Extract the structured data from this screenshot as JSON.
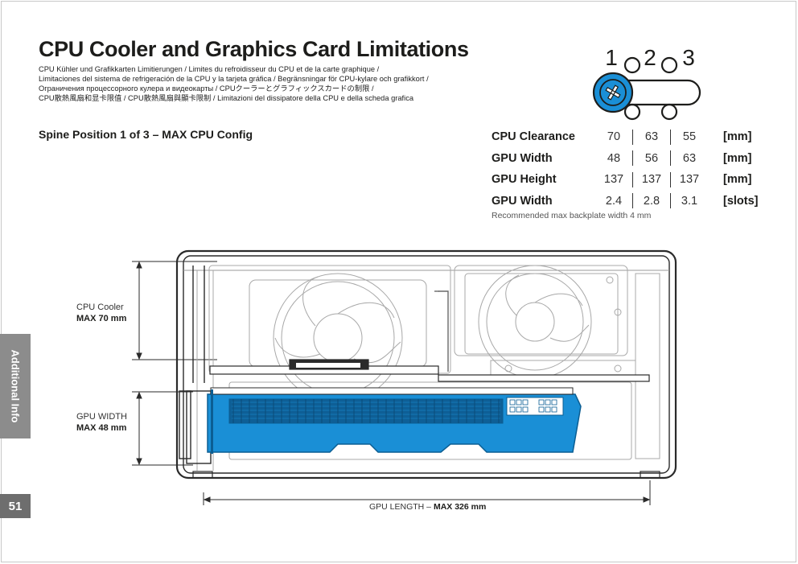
{
  "title": "CPU Cooler and Graphics Card Limitations",
  "subtitles": [
    "CPU Kühler und Grafikkarten Limitierungen / Limites du refroidisseur du CPU et de la carte graphique /",
    "Limitaciones del sistema de refrigeración de la CPU y la tarjeta gráfica / Begränsningar för CPU-kylare och grafikkort /",
    "Ограничения процессорного кулера и видеокарты / CPUクーラーとグラフィックスカードの制限 /",
    "CPU散熱風扇和显卡限值 / CPU散熱風扇與顯卡限制 / Limitazioni del dissipatore della CPU e della scheda grafica"
  ],
  "config_title": "Spine Position 1 of 3 – MAX CPU Config",
  "spine_positions": [
    "1",
    "2",
    "3"
  ],
  "spec_table": {
    "rows": [
      {
        "label": "CPU Clearance",
        "values": [
          "70",
          "63",
          "55"
        ],
        "unit": "[mm]"
      },
      {
        "label": "GPU Width",
        "values": [
          "48",
          "56",
          "63"
        ],
        "unit": "[mm]"
      },
      {
        "label": "GPU Height",
        "values": [
          "137",
          "137",
          "137"
        ],
        "unit": "[mm]"
      },
      {
        "label": "GPU Width",
        "values": [
          "2.4",
          "2.8",
          "3.1"
        ],
        "unit": "[slots]"
      }
    ],
    "note": "Recommended max backplate width 4 mm"
  },
  "dimensions": {
    "cpu_cooler": {
      "label": "CPU Cooler",
      "value": "MAX 70 mm"
    },
    "gpu_width": {
      "label": "GPU WIDTH",
      "value": "MAX 48 mm"
    },
    "gpu_length": {
      "label": "GPU LENGTH –",
      "value": "MAX 326 mm"
    }
  },
  "section_tab": "Additional Info",
  "page_number": "51",
  "colors": {
    "gpu_blue": "#1a8fd6",
    "gpu_blue_dark": "#0b5e93",
    "line": "#2a2a2a",
    "light_line": "#9a9a9a",
    "tab_gray": "#8c8c8c",
    "page_box": "#6e6e6e"
  }
}
